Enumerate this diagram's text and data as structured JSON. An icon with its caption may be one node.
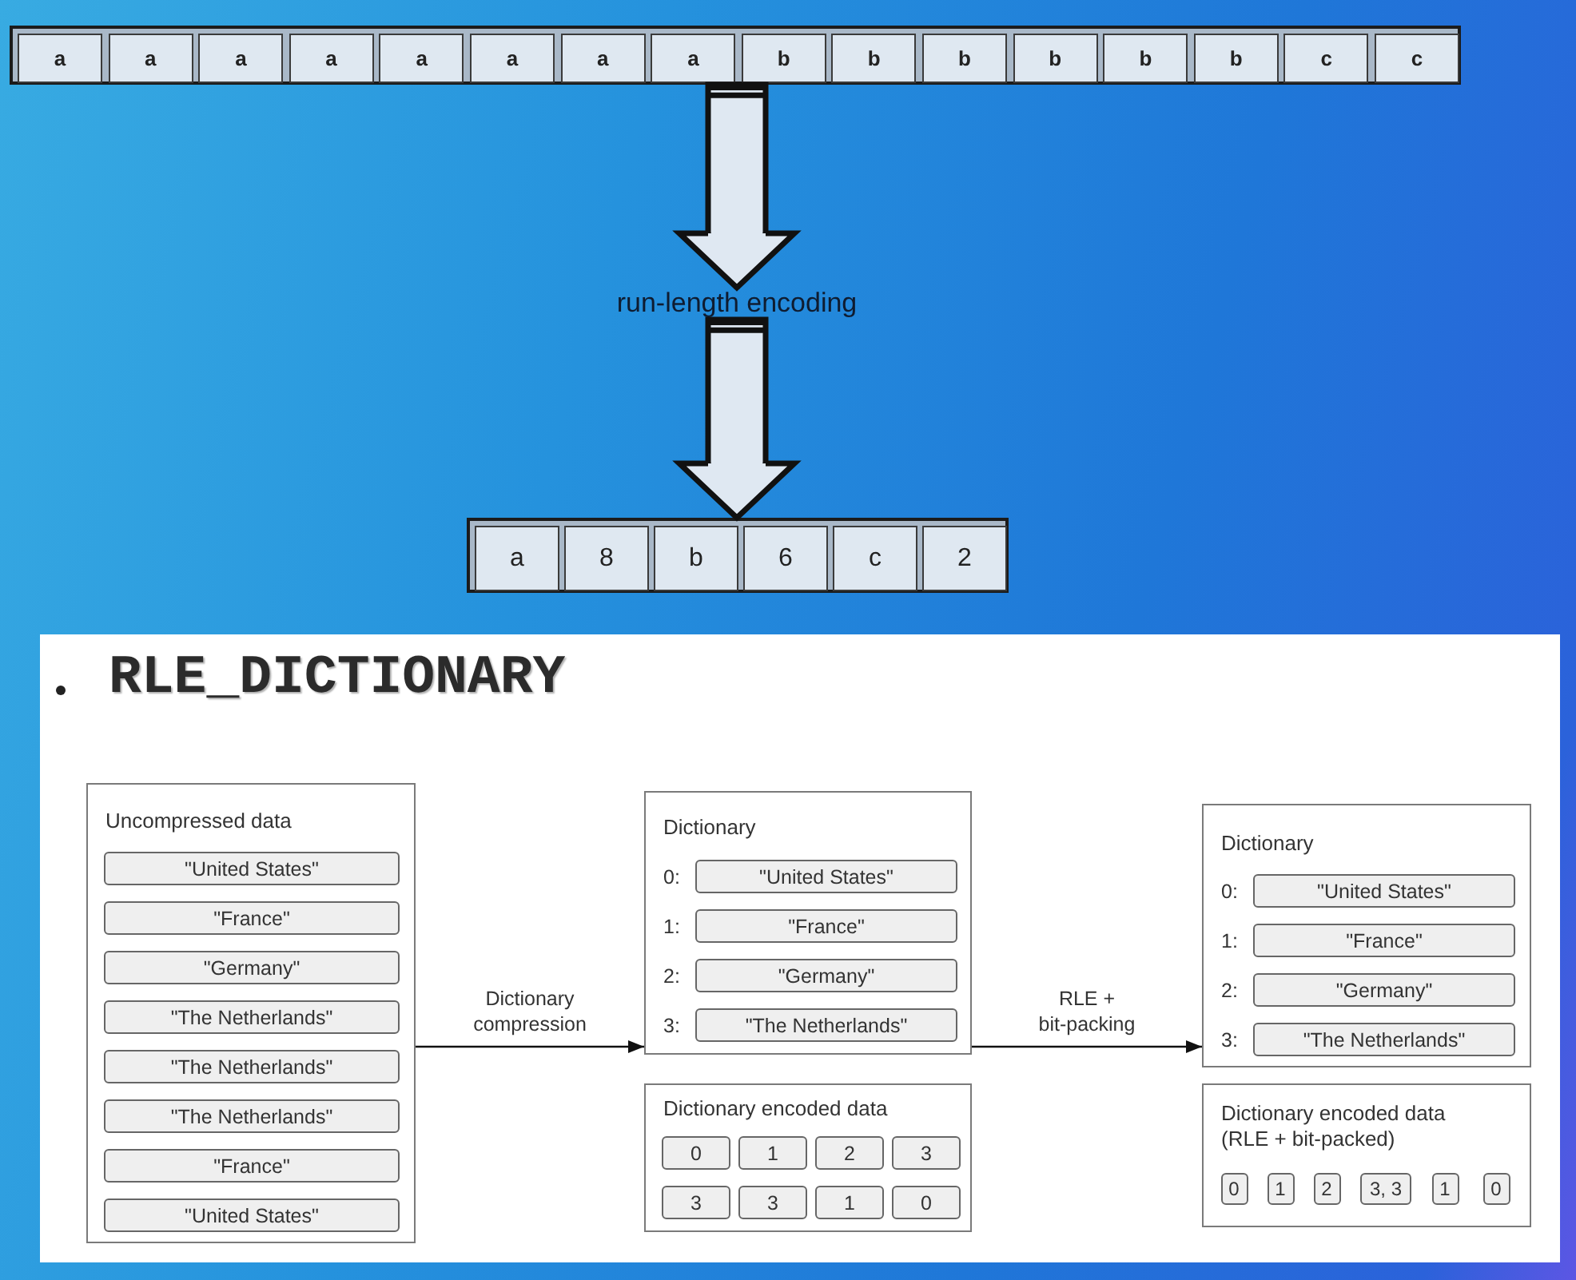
{
  "diagram": {
    "nodes": [
      {
        "text": [],
        "shape": "bar"
      },
      {
        "text": [
          "a"
        ],
        "in": 0
      },
      {
        "text": [
          "a"
        ],
        "in": 0
      },
      {
        "text": [
          "a"
        ],
        "in": 0
      },
      {
        "text": [
          "a"
        ],
        "in": 0
      },
      {
        "text": [
          "a"
        ],
        "in": 0
      },
      {
        "text": [
          "a"
        ],
        "in": 0
      },
      {
        "text": [
          "a"
        ],
        "in": 0
      },
      {
        "text": [
          "a"
        ],
        "in": 0
      },
      {
        "text": [
          "b"
        ],
        "in": 0
      },
      {
        "text": [
          "b"
        ],
        "in": 0
      },
      {
        "text": [
          "b"
        ],
        "in": 0
      },
      {
        "text": [
          "b"
        ],
        "in": 0
      },
      {
        "text": [
          "b"
        ],
        "in": 0
      },
      {
        "text": [
          "b"
        ],
        "in": 0
      },
      {
        "text": [
          "c"
        ],
        "in": 0
      },
      {
        "text": [
          "c"
        ],
        "in": 0
      },
      {
        "text": [
          "run-length encoding"
        ]
      },
      {
        "text": [],
        "shape": "bar"
      },
      {
        "text": [
          "a"
        ],
        "in": 18
      },
      {
        "text": [
          "8"
        ],
        "in": 18
      },
      {
        "text": [
          "b"
        ],
        "in": 18
      },
      {
        "text": [
          "6"
        ],
        "in": 18
      },
      {
        "text": [
          "c"
        ],
        "in": 18
      },
      {
        "text": [
          "2"
        ],
        "in": 18
      },
      {
        "text": [
          "RLE_DICTIONARY"
        ]
      },
      {
        "text": [
          "Uncompressed data"
        ],
        "in": 25
      },
      {
        "text": [
          "\"United States\""
        ],
        "in": 26
      },
      {
        "text": [
          "\"France\""
        ],
        "in": 26
      },
      {
        "text": [
          "\"Germany\""
        ],
        "in": 26
      },
      {
        "text": [
          "\"The Netherlands\""
        ],
        "in": 26
      },
      {
        "text": [
          "\"The Netherlands\""
        ],
        "in": 26
      },
      {
        "text": [
          "\"The Netherlands\""
        ],
        "in": 26
      },
      {
        "text": [
          "\"France\""
        ],
        "in": 26
      },
      {
        "text": [
          "\"United States\""
        ],
        "in": 26
      },
      {
        "text": [
          "Dictionary"
        ],
        "in": 25
      },
      {
        "text": [
          "\"United States\""
        ],
        "beside": [
          "0:"
        ],
        "in": 35
      },
      {
        "text": [
          "\"France\""
        ],
        "beside": [
          "1:"
        ],
        "in": 35
      },
      {
        "text": [
          "\"Germany\""
        ],
        "beside": [
          "2:"
        ],
        "in": 35
      },
      {
        "text": [
          "\"The Netherlands\""
        ],
        "beside": [
          "3:"
        ],
        "in": 35
      },
      {
        "text": [
          "Dictionary encoded data"
        ],
        "in": 25
      },
      {
        "text": [
          "0"
        ],
        "in": 40
      },
      {
        "text": [
          "1"
        ],
        "in": 40
      },
      {
        "text": [
          "2"
        ],
        "in": 40
      },
      {
        "text": [
          "3"
        ],
        "in": 40
      },
      {
        "text": [
          "3"
        ],
        "in": 40
      },
      {
        "text": [
          "3"
        ],
        "in": 40
      },
      {
        "text": [
          "1"
        ],
        "in": 40
      },
      {
        "text": [
          "0"
        ],
        "in": 40
      },
      {
        "text": [
          "Dictionary"
        ],
        "in": 25
      },
      {
        "text": [
          "\"United States\""
        ],
        "beside": [
          "0:"
        ],
        "in": 49
      },
      {
        "text": [
          "\"France\""
        ],
        "beside": [
          "1:"
        ],
        "in": 49
      },
      {
        "text": [
          "\"Germany\""
        ],
        "beside": [
          "2:"
        ],
        "in": 49
      },
      {
        "text": [
          "\"The Netherlands\""
        ],
        "beside": [
          "3:"
        ],
        "in": 49
      },
      {
        "text": [
          "Dictionary encoded data (RLE + bit-packed)"
        ],
        "in": 25
      },
      {
        "text": [
          "0"
        ],
        "in": 54
      },
      {
        "text": [
          "1"
        ],
        "in": 54
      },
      {
        "text": [
          "2"
        ],
        "in": 54
      },
      {
        "text": [
          "3, 3"
        ],
        "in": 54
      },
      {
        "text": [
          "1"
        ],
        "in": 54
      },
      {
        "text": [
          "0"
        ],
        "in": 54
      }
    ],
    "edges": [
      {
        "from": 0,
        "to": 17,
        "arrow": "to",
        "style": "thick"
      },
      {
        "from": 17,
        "to": 18,
        "arrow": "to",
        "style": "thick"
      },
      {
        "from": 26,
        "to": 35,
        "arrow": "to",
        "label": "Dictionary compression"
      },
      {
        "from": 35,
        "to": 49,
        "arrow": "to",
        "label": "RLE + bit-packing"
      }
    ]
  }
}
